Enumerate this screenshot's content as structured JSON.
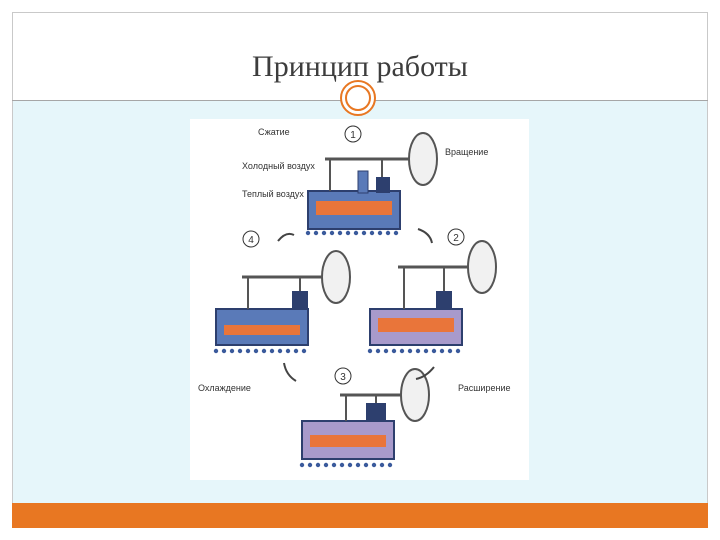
{
  "slide": {
    "title": "Принцип работы"
  },
  "diagram": {
    "labels": {
      "compression": "Сжатие",
      "cold_air": "Холодный воздух",
      "warm_air": "Теплый воздух",
      "rotation": "Вращение",
      "cooling": "Охлаждение",
      "expansion": "Расширение"
    },
    "steps": [
      "1",
      "2",
      "3",
      "4"
    ]
  }
}
